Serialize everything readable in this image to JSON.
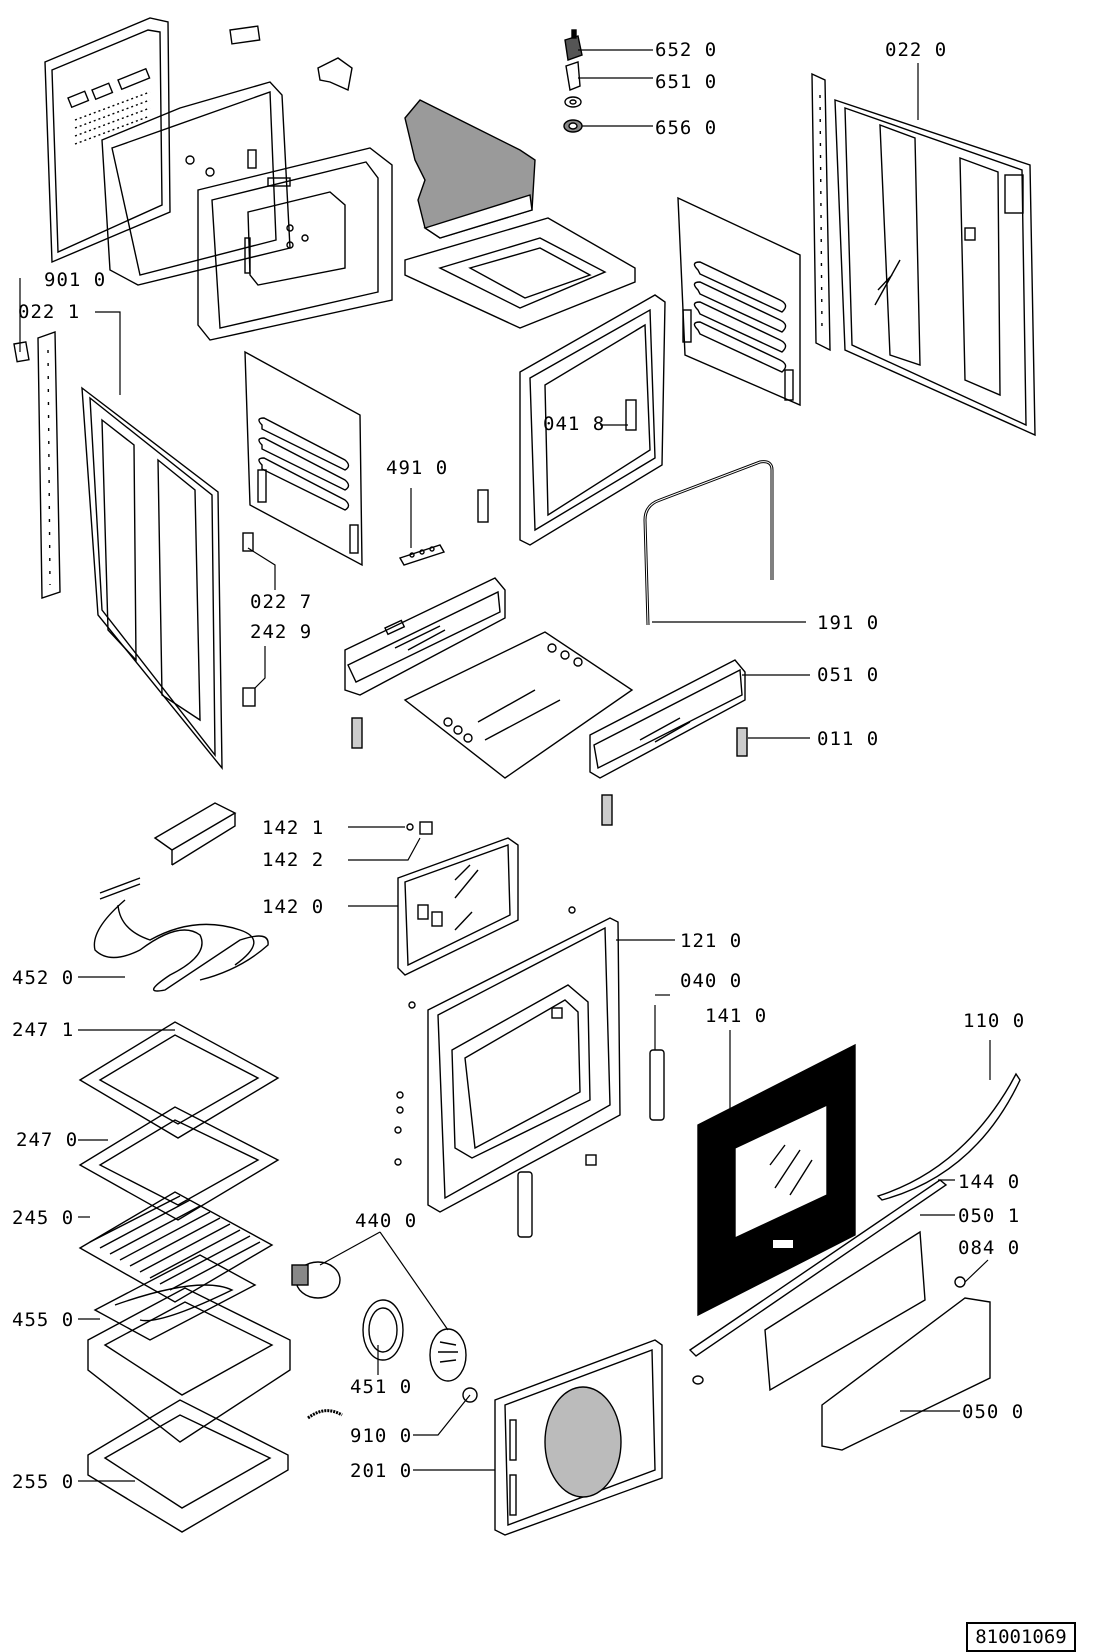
{
  "document_number": "81001069",
  "callouts": [
    {
      "id": "652",
      "label": "652 0"
    },
    {
      "id": "651",
      "label": "651 0"
    },
    {
      "id": "656",
      "label": "656 0"
    },
    {
      "id": "022-0",
      "label": "022 0"
    },
    {
      "id": "901",
      "label": "901 0"
    },
    {
      "id": "022-1",
      "label": "022 1"
    },
    {
      "id": "041-8",
      "label": "041 8"
    },
    {
      "id": "491",
      "label": "491 0"
    },
    {
      "id": "022-7",
      "label": "022 7"
    },
    {
      "id": "242-9",
      "label": "242 9"
    },
    {
      "id": "191",
      "label": "191 0"
    },
    {
      "id": "051",
      "label": "051 0"
    },
    {
      "id": "011",
      "label": "011 0"
    },
    {
      "id": "142-1",
      "label": "142 1"
    },
    {
      "id": "142-2",
      "label": "142 2"
    },
    {
      "id": "142-0",
      "label": "142 0"
    },
    {
      "id": "121",
      "label": "121 0"
    },
    {
      "id": "452",
      "label": "452 0"
    },
    {
      "id": "040",
      "label": "040 0"
    },
    {
      "id": "141",
      "label": "141 0"
    },
    {
      "id": "110",
      "label": "110 0"
    },
    {
      "id": "247-1",
      "label": "247 1"
    },
    {
      "id": "247-0",
      "label": "247 0"
    },
    {
      "id": "144",
      "label": "144 0"
    },
    {
      "id": "245",
      "label": "245 0"
    },
    {
      "id": "440",
      "label": "440 0"
    },
    {
      "id": "050-1",
      "label": "050 1"
    },
    {
      "id": "084",
      "label": "084 0"
    },
    {
      "id": "455",
      "label": "455 0"
    },
    {
      "id": "451",
      "label": "451 0"
    },
    {
      "id": "050-0",
      "label": "050 0"
    },
    {
      "id": "910",
      "label": "910 0"
    },
    {
      "id": "201",
      "label": "201 0"
    },
    {
      "id": "255",
      "label": "255 0"
    }
  ]
}
